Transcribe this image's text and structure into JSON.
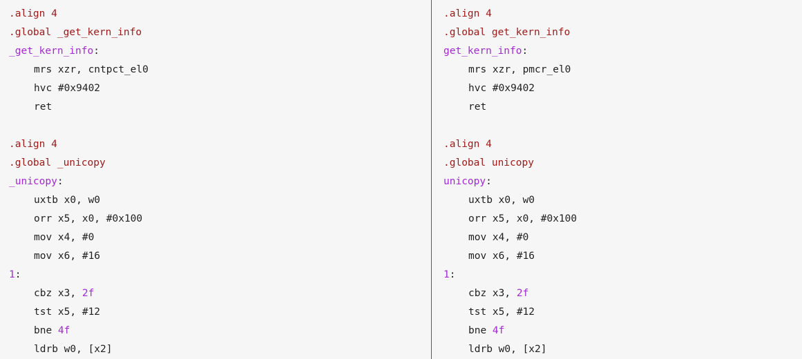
{
  "left_pane": {
    "lines": [
      {
        "indent": false,
        "segs": [
          {
            "t": ".align 4",
            "c": "dir"
          }
        ]
      },
      {
        "indent": false,
        "segs": [
          {
            "t": ".global _get_kern_info",
            "c": "dir"
          }
        ]
      },
      {
        "indent": false,
        "segs": [
          {
            "t": "_get_kern_info",
            "c": "label"
          },
          {
            "t": ":",
            "c": "plain"
          }
        ]
      },
      {
        "indent": true,
        "segs": [
          {
            "t": "mrs xzr, cntpct_el0",
            "c": "plain"
          }
        ]
      },
      {
        "indent": true,
        "segs": [
          {
            "t": "hvc #0x9402",
            "c": "plain"
          }
        ]
      },
      {
        "indent": true,
        "segs": [
          {
            "t": "ret",
            "c": "plain"
          }
        ]
      },
      {
        "indent": false,
        "segs": []
      },
      {
        "indent": false,
        "segs": [
          {
            "t": ".align 4",
            "c": "dir"
          }
        ]
      },
      {
        "indent": false,
        "segs": [
          {
            "t": ".global _unicopy",
            "c": "dir"
          }
        ]
      },
      {
        "indent": false,
        "segs": [
          {
            "t": "_unicopy",
            "c": "label"
          },
          {
            "t": ":",
            "c": "plain"
          }
        ]
      },
      {
        "indent": true,
        "segs": [
          {
            "t": "uxtb x0, w0",
            "c": "plain"
          }
        ]
      },
      {
        "indent": true,
        "segs": [
          {
            "t": "orr x5, x0, #0x100",
            "c": "plain"
          }
        ]
      },
      {
        "indent": true,
        "segs": [
          {
            "t": "mov x4, #0",
            "c": "plain"
          }
        ]
      },
      {
        "indent": true,
        "segs": [
          {
            "t": "mov x6, #16",
            "c": "plain"
          }
        ]
      },
      {
        "indent": false,
        "segs": [
          {
            "t": "1",
            "c": "num"
          },
          {
            "t": ":",
            "c": "plain"
          }
        ]
      },
      {
        "indent": true,
        "segs": [
          {
            "t": "cbz x3, ",
            "c": "plain"
          },
          {
            "t": "2f",
            "c": "num"
          }
        ]
      },
      {
        "indent": true,
        "segs": [
          {
            "t": "tst x5, #12",
            "c": "plain"
          }
        ]
      },
      {
        "indent": true,
        "segs": [
          {
            "t": "bne ",
            "c": "plain"
          },
          {
            "t": "4f",
            "c": "num"
          }
        ]
      },
      {
        "indent": true,
        "segs": [
          {
            "t": "ldrb w0, [x2]",
            "c": "plain"
          }
        ]
      }
    ]
  },
  "right_pane": {
    "lines": [
      {
        "indent": false,
        "segs": [
          {
            "t": ".align 4",
            "c": "dir"
          }
        ]
      },
      {
        "indent": false,
        "segs": [
          {
            "t": ".global get_kern_info",
            "c": "dir"
          }
        ]
      },
      {
        "indent": false,
        "segs": [
          {
            "t": "get_kern_info",
            "c": "label"
          },
          {
            "t": ":",
            "c": "plain"
          }
        ]
      },
      {
        "indent": true,
        "segs": [
          {
            "t": "mrs xzr, pmcr_el0",
            "c": "plain"
          }
        ]
      },
      {
        "indent": true,
        "segs": [
          {
            "t": "hvc #0x9402",
            "c": "plain"
          }
        ]
      },
      {
        "indent": true,
        "segs": [
          {
            "t": "ret",
            "c": "plain"
          }
        ]
      },
      {
        "indent": false,
        "segs": []
      },
      {
        "indent": false,
        "segs": [
          {
            "t": ".align 4",
            "c": "dir"
          }
        ]
      },
      {
        "indent": false,
        "segs": [
          {
            "t": ".global unicopy",
            "c": "dir"
          }
        ]
      },
      {
        "indent": false,
        "segs": [
          {
            "t": "unicopy",
            "c": "label"
          },
          {
            "t": ":",
            "c": "plain"
          }
        ]
      },
      {
        "indent": true,
        "segs": [
          {
            "t": "uxtb x0, w0",
            "c": "plain"
          }
        ]
      },
      {
        "indent": true,
        "segs": [
          {
            "t": "orr x5, x0, #0x100",
            "c": "plain"
          }
        ]
      },
      {
        "indent": true,
        "segs": [
          {
            "t": "mov x4, #0",
            "c": "plain"
          }
        ]
      },
      {
        "indent": true,
        "segs": [
          {
            "t": "mov x6, #16",
            "c": "plain"
          }
        ]
      },
      {
        "indent": false,
        "segs": [
          {
            "t": "1",
            "c": "num"
          },
          {
            "t": ":",
            "c": "plain"
          }
        ]
      },
      {
        "indent": true,
        "segs": [
          {
            "t": "cbz x3, ",
            "c": "plain"
          },
          {
            "t": "2f",
            "c": "num"
          }
        ]
      },
      {
        "indent": true,
        "segs": [
          {
            "t": "tst x5, #12",
            "c": "plain"
          }
        ]
      },
      {
        "indent": true,
        "segs": [
          {
            "t": "bne ",
            "c": "plain"
          },
          {
            "t": "4f",
            "c": "num"
          }
        ]
      },
      {
        "indent": true,
        "segs": [
          {
            "t": "ldrb w0, [x2]",
            "c": "plain"
          }
        ]
      }
    ]
  },
  "colors": {
    "background": "#f6f6f6",
    "directive": "#a11a1a",
    "label": "#a328d6",
    "text": "#1f1f1f",
    "divider": "#5a5a5a"
  }
}
